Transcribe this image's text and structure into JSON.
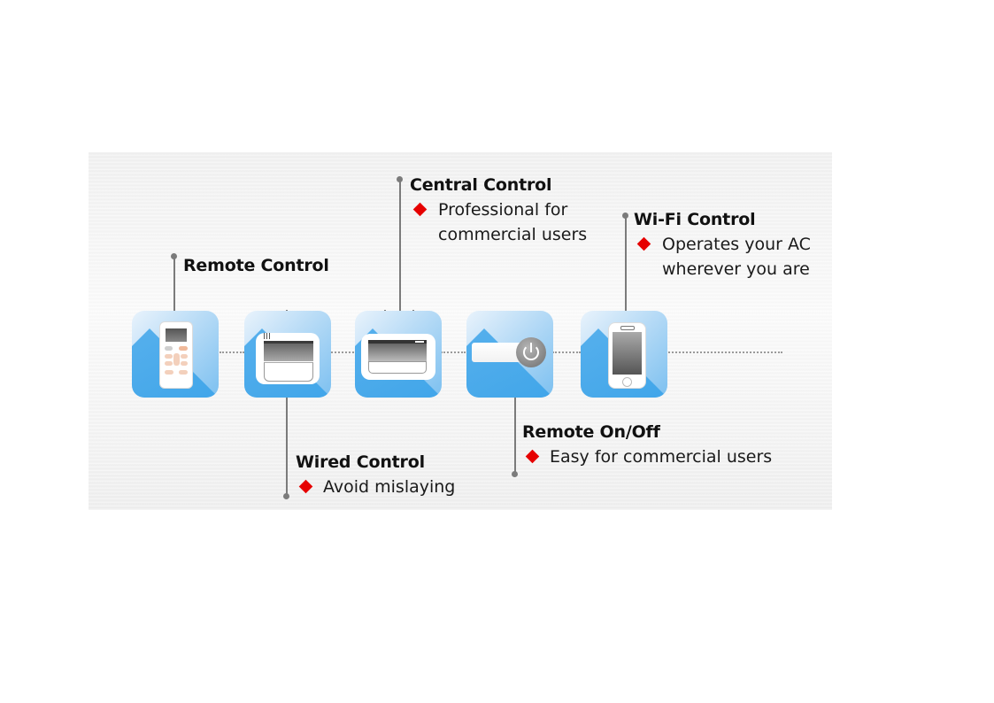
{
  "diagram": {
    "title": "AC Control Options",
    "accent_color": "#e60000",
    "tile_color": "#2b9be6",
    "items": [
      {
        "id": "remote",
        "label": "Remote Control",
        "icon": "remote-control-icon",
        "bullets": []
      },
      {
        "id": "wired",
        "label": "Wired Control",
        "icon": "wired-controller-icon",
        "bullets": [
          "Avoid mislaying"
        ]
      },
      {
        "id": "central",
        "label": "Central Control",
        "icon": "central-controller-icon",
        "bullets": [
          "Professional for",
          "commercial users"
        ]
      },
      {
        "id": "onoff",
        "label": "Remote On/Off",
        "icon": "power-button-icon",
        "bullets": [
          "Easy for commercial users"
        ]
      },
      {
        "id": "wifi",
        "label": "Wi-Fi Control",
        "icon": "smartphone-icon",
        "bullets": [
          "Operates your AC",
          "wherever you are"
        ]
      }
    ]
  }
}
